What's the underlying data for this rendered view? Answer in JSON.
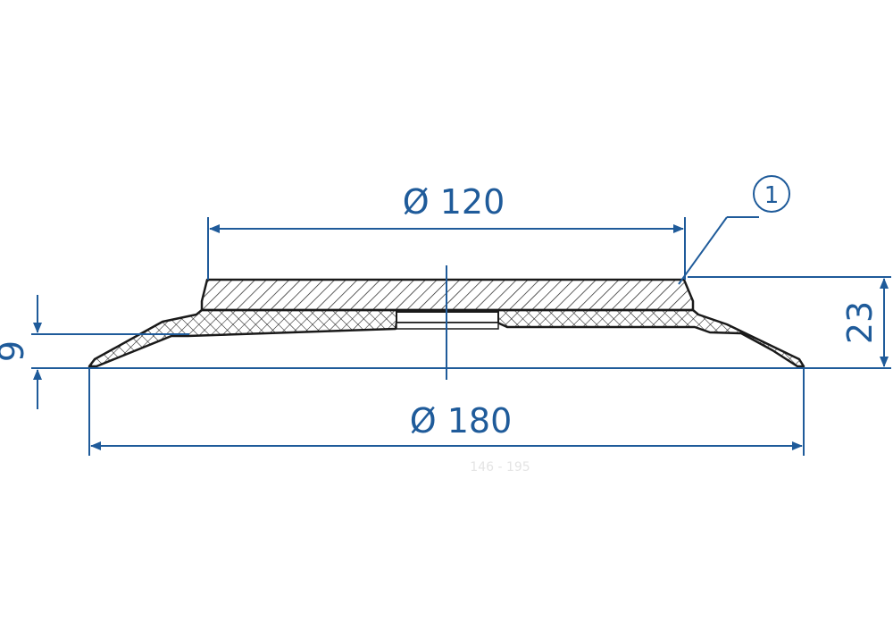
{
  "dimensions": {
    "top_diameter": "Ø 120",
    "bottom_diameter": "Ø 180",
    "total_height": "23",
    "base_height": "9"
  },
  "balloon": {
    "label": "1"
  },
  "faint_label": "146 - 195",
  "colors": {
    "dimension": "#1f5b9a",
    "outline": "#1a1a1a",
    "background": "#ffffff"
  }
}
